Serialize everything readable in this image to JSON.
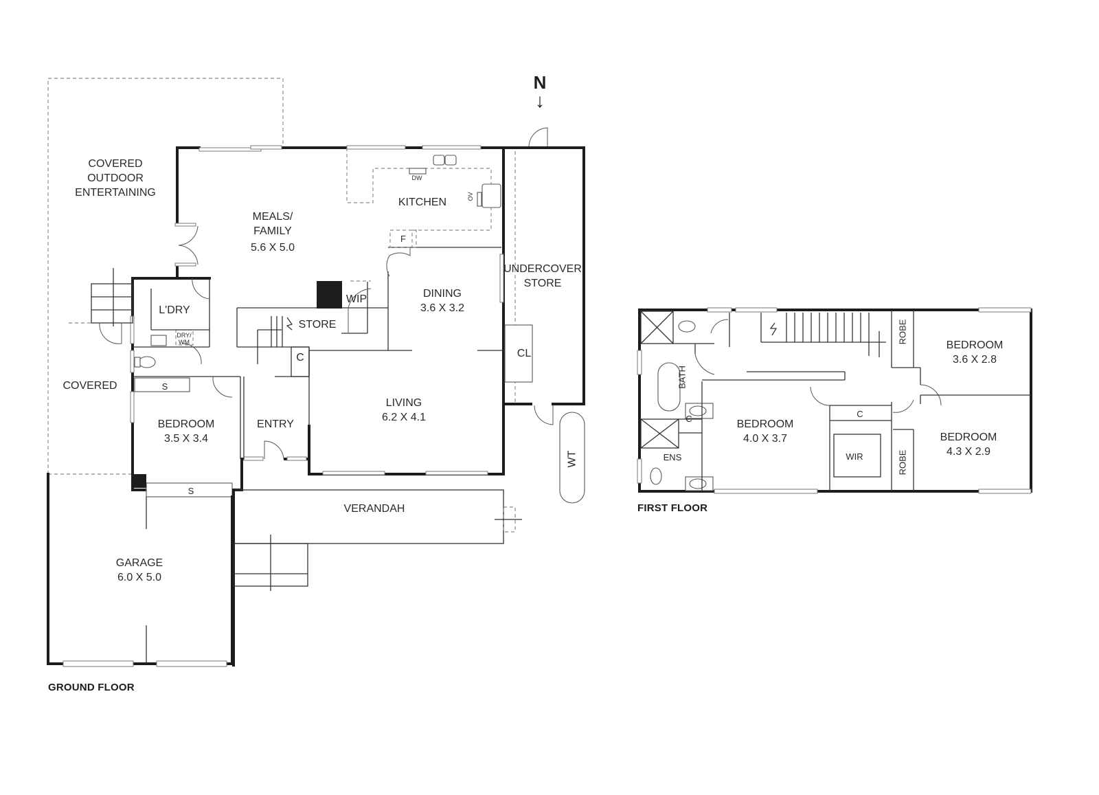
{
  "compass": {
    "label": "N",
    "direction": "down-arrow"
  },
  "ground_floor": {
    "title": "GROUND FLOOR",
    "rooms": {
      "covered_outdoor": {
        "line1": "COVERED",
        "line2": "OUTDOOR",
        "line3": "ENTERTAINING"
      },
      "meals_family": {
        "name_line1": "MEALS/",
        "name_line2": "FAMILY",
        "dims": "5.6 X 5.0"
      },
      "kitchen": {
        "name": "KITCHEN",
        "dw": "DW",
        "ov": "OV",
        "fridge": "F"
      },
      "undercover_store": {
        "line1": "UNDERCOVER",
        "line2": "STORE"
      },
      "dining": {
        "name": "DINING",
        "dims": "3.6 X 3.2"
      },
      "wip": {
        "name": "WIP"
      },
      "store": {
        "name": "STORE"
      },
      "laundry": {
        "name": "L'DRY",
        "appliance": "DRY/ WM"
      },
      "cupboard_c": {
        "name": "C"
      },
      "cupboard_cl": {
        "name": "CL"
      },
      "covered": {
        "name": "COVERED"
      },
      "storage_s1": {
        "name": "S"
      },
      "storage_s2": {
        "name": "S"
      },
      "bedroom": {
        "name": "BEDROOM",
        "dims": "3.5 X 3.4"
      },
      "entry": {
        "name": "ENTRY"
      },
      "living": {
        "name": "LIVING",
        "dims": "6.2 X 4.1"
      },
      "water_tank": {
        "name": "WT"
      },
      "verandah": {
        "name": "VERANDAH"
      },
      "garage": {
        "name": "GARAGE",
        "dims": "6.0 X 5.0"
      }
    }
  },
  "first_floor": {
    "title": "FIRST FLOOR",
    "rooms": {
      "bath": {
        "name": "BATH"
      },
      "ens": {
        "name": "ENS"
      },
      "cupboard_c1": {
        "name": "C"
      },
      "cupboard_c2": {
        "name": "C"
      },
      "main_bedroom": {
        "name": "BEDROOM",
        "dims": "4.0 X 3.7"
      },
      "wir": {
        "name": "WIR"
      },
      "robe_1": {
        "name": "ROBE"
      },
      "robe_2": {
        "name": "ROBE"
      },
      "bedroom_2": {
        "name": "BEDROOM",
        "dims": "3.6 X 2.8"
      },
      "bedroom_3": {
        "name": "BEDROOM",
        "dims": "4.3 X 2.9"
      }
    }
  }
}
